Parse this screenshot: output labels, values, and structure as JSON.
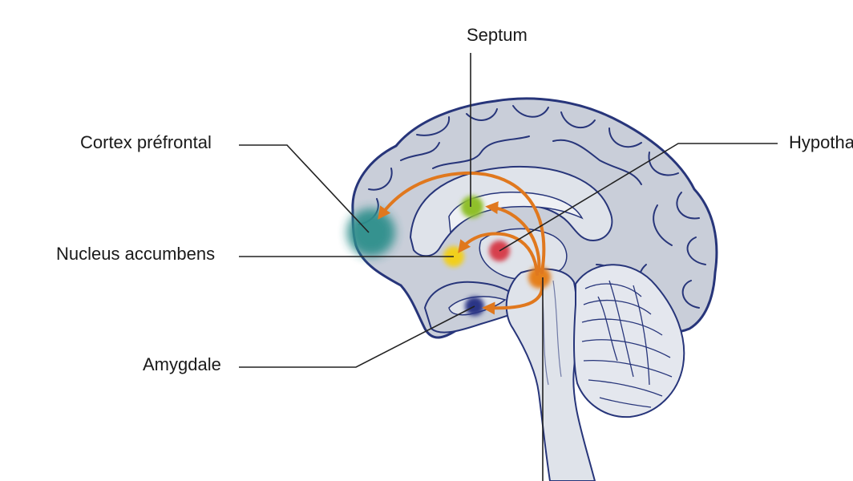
{
  "labels": {
    "septum": "Septum",
    "cortex_prefrontal": "Cortex préfrontal",
    "hypothalamus": "Hypotha",
    "nucleus_accumbens": "Nucleus accumbens",
    "amygdale": "Amygdale"
  },
  "colors": {
    "brain_fill": "#c9ced9",
    "brain_outline": "#27357a",
    "inner_fill": "#dfe3ea",
    "arrow": "#e0781e",
    "cortex_region": "#2f8f8c",
    "septum_region": "#8fbf2a",
    "accumbens_region": "#f2cf1e",
    "hypothalamus_region": "#d6404e",
    "amygdala_region": "#2a3486",
    "vta_region": "#e5801f",
    "leader_line": "#222222"
  }
}
